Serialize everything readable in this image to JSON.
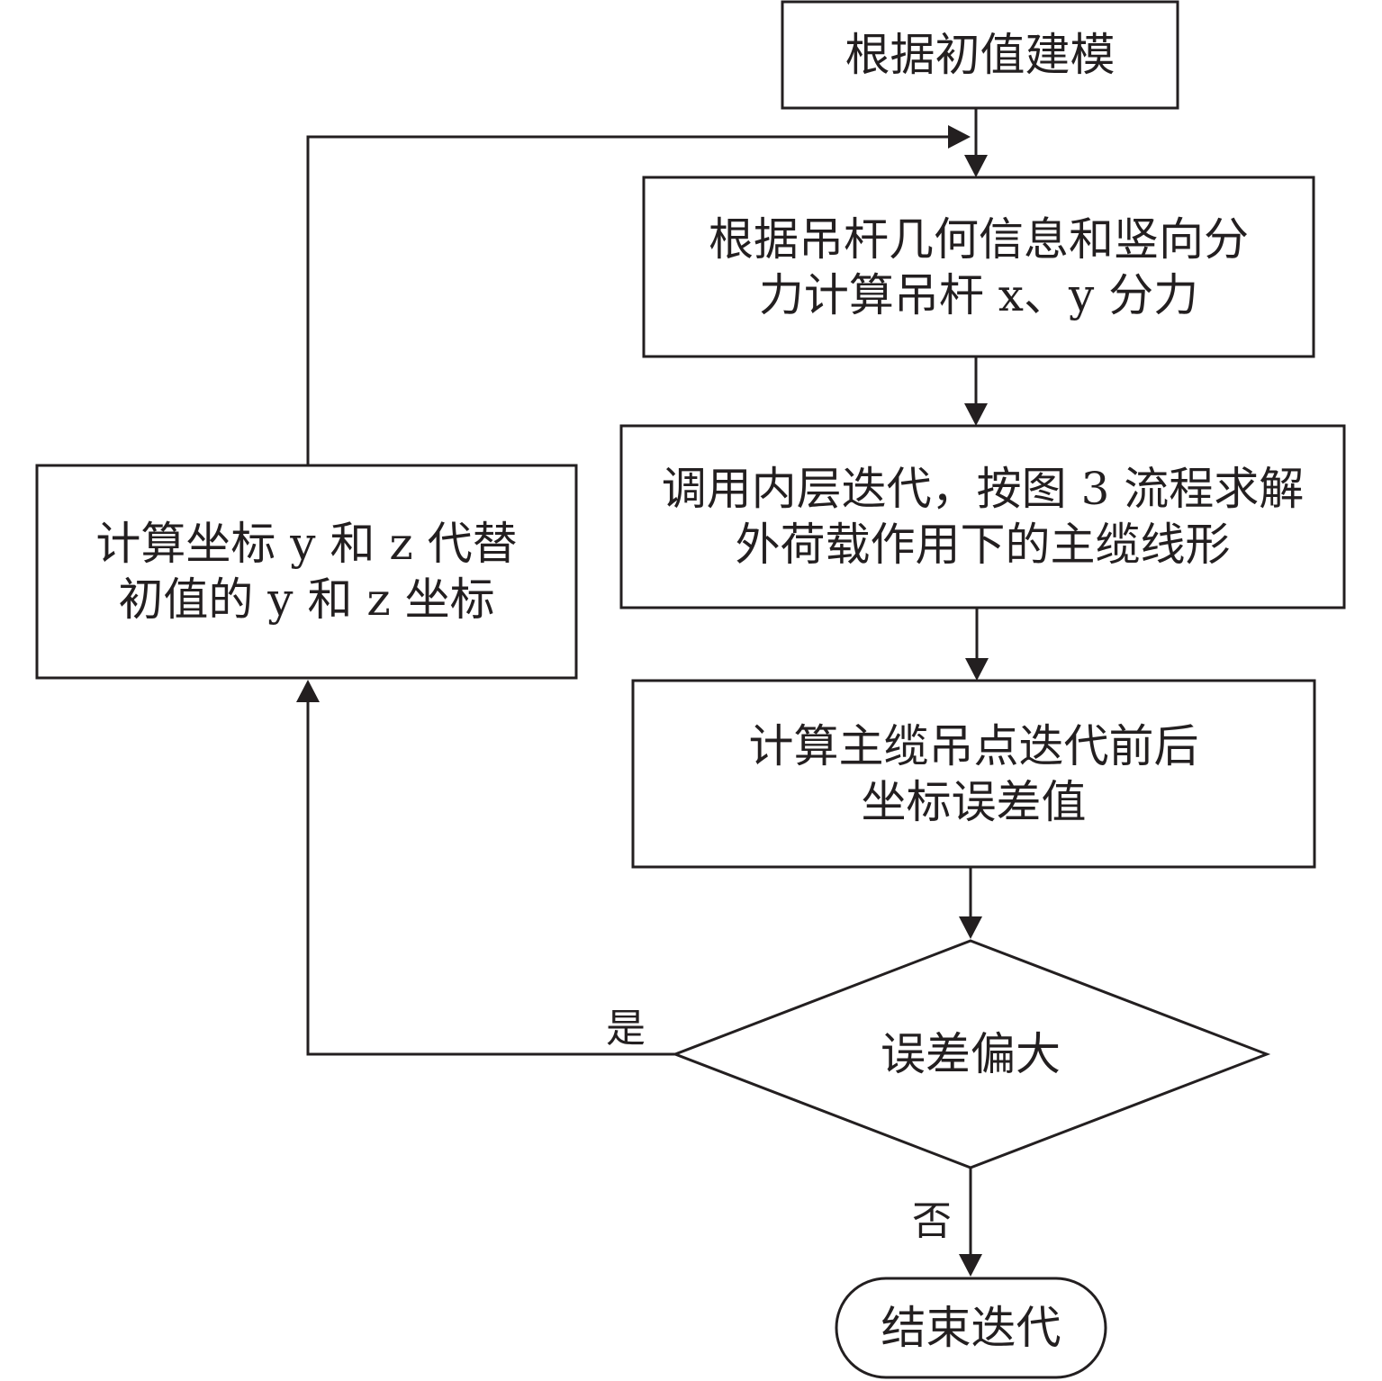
{
  "diagram": {
    "type": "flowchart",
    "nodes": {
      "start": {
        "lines": [
          "根据初值建模"
        ]
      },
      "compute_forces": {
        "lines": [
          "根据吊杆几何信息和竖向分",
          "力计算吊杆 x、y 分力"
        ]
      },
      "inner_iteration": {
        "lines": [
          "调用内层迭代，按图 3 流程求解",
          "外荷载作用下的主缆线形"
        ]
      },
      "compute_error": {
        "lines": [
          "计算主缆吊点迭代前后",
          "坐标误差值"
        ]
      },
      "decision": {
        "lines": [
          "误差偏大"
        ]
      },
      "update_coords": {
        "lines": [
          "计算坐标 y 和 z 代替",
          "初值的 y 和 z 坐标"
        ]
      },
      "end": {
        "lines": [
          "结束迭代"
        ]
      }
    },
    "edge_labels": {
      "yes": "是",
      "no": "否"
    },
    "colors": {
      "stroke": "#231f20",
      "background": "#ffffff"
    }
  }
}
